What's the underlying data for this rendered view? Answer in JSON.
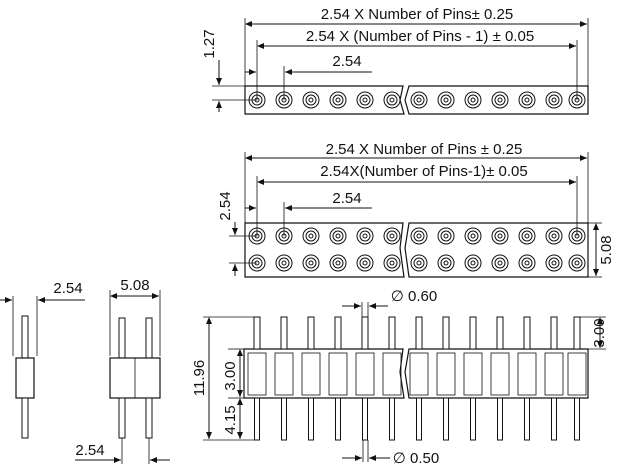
{
  "single_row": {
    "overall": "2.54 X Number of Pins± 0.25",
    "span": "2.54 X (Number of Pins - 1) ± 0.05",
    "pitch": "2.54",
    "height": "1.27"
  },
  "double_row": {
    "overall": "2.54 X Number of Pins ± 0.25",
    "span": "2.54X(Number of Pins-1)± 0.05",
    "pitch": "2.54",
    "row_pitch": "2.54",
    "width": "5.08"
  },
  "side_single": {
    "top_dim": "2.54",
    "bottom_dim": "2.54"
  },
  "side_double": {
    "top_dim": "5.08"
  },
  "front": {
    "pin_top_dia": "∅ 0.60",
    "pin_bottom_dia": "∅ 0.50",
    "total_height": "11.96",
    "body_height": "3.00",
    "tail_length": "4.15",
    "top_pin_length": "3.00"
  }
}
